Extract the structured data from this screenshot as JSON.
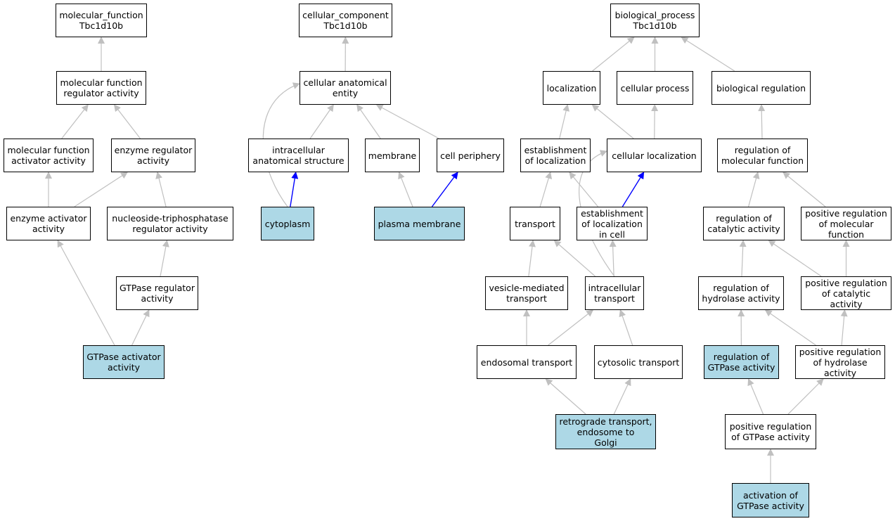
{
  "colors": {
    "highlight_fill": "#add8e6",
    "node_fill": "#ffffff",
    "node_border": "#000000",
    "edge_gray": "#c0c0c0",
    "edge_blue": "#0000ff"
  },
  "nodes": {
    "mf_root": {
      "label": "molecular_function\nTbc1d10b",
      "highlighted": false
    },
    "mf_reg": {
      "label": "molecular function\nregulator activity",
      "highlighted": false
    },
    "mf_act": {
      "label": "molecular function\nactivator activity",
      "highlighted": false
    },
    "enz_reg": {
      "label": "enzyme regulator\nactivity",
      "highlighted": false
    },
    "enz_act": {
      "label": "enzyme activator\nactivity",
      "highlighted": false
    },
    "ntp_reg": {
      "label": "nucleoside-triphosphatase\nregulator activity",
      "highlighted": false
    },
    "gtpase_reg": {
      "label": "GTPase regulator\nactivity",
      "highlighted": false
    },
    "gtpase_act": {
      "label": "GTPase activator\nactivity",
      "highlighted": true
    },
    "cc_root": {
      "label": "cellular_component\nTbc1d10b",
      "highlighted": false
    },
    "cae": {
      "label": "cellular anatomical\nentity",
      "highlighted": false
    },
    "ias": {
      "label": "intracellular\nanatomical structure",
      "highlighted": false
    },
    "membrane": {
      "label": "membrane",
      "highlighted": false
    },
    "cell_periphery": {
      "label": "cell periphery",
      "highlighted": false
    },
    "cytoplasm": {
      "label": "cytoplasm",
      "highlighted": true
    },
    "plasma_membrane": {
      "label": "plasma membrane",
      "highlighted": true
    },
    "bp_root": {
      "label": "biological_process\nTbc1d10b",
      "highlighted": false
    },
    "localization": {
      "label": "localization",
      "highlighted": false
    },
    "cellular_process": {
      "label": "cellular process",
      "highlighted": false
    },
    "bio_reg": {
      "label": "biological regulation",
      "highlighted": false
    },
    "est_loc": {
      "label": "establishment\nof localization",
      "highlighted": false
    },
    "cell_loc": {
      "label": "cellular localization",
      "highlighted": false
    },
    "reg_mf": {
      "label": "regulation of\nmolecular function",
      "highlighted": false
    },
    "transport": {
      "label": "transport",
      "highlighted": false
    },
    "est_loc_cell": {
      "label": "establishment\nof localization\nin cell",
      "highlighted": false
    },
    "reg_cat": {
      "label": "regulation of\ncatalytic activity",
      "highlighted": false
    },
    "pos_reg_mf": {
      "label": "positive regulation\nof molecular\nfunction",
      "highlighted": false
    },
    "vesicle": {
      "label": "vesicle-mediated\ntransport",
      "highlighted": false
    },
    "intra_trans": {
      "label": "intracellular\ntransport",
      "highlighted": false
    },
    "reg_hyd": {
      "label": "regulation of\nhydrolase activity",
      "highlighted": false
    },
    "pos_reg_cat": {
      "label": "positive regulation\nof catalytic\nactivity",
      "highlighted": false
    },
    "endosomal": {
      "label": "endosomal transport",
      "highlighted": false
    },
    "cytosolic": {
      "label": "cytosolic transport",
      "highlighted": false
    },
    "reg_gtpase": {
      "label": "regulation of\nGTPase activity",
      "highlighted": true
    },
    "pos_reg_hyd": {
      "label": "positive regulation\nof hydrolase\nactivity",
      "highlighted": false
    },
    "retrograde": {
      "label": "retrograde transport,\nendosome to\nGolgi",
      "highlighted": true
    },
    "pos_reg_gtpase": {
      "label": "positive regulation\nof GTPase activity",
      "highlighted": false
    },
    "act_gtpase": {
      "label": "activation of\nGTPase activity",
      "highlighted": true
    }
  },
  "edges": [
    {
      "from": "mf_reg",
      "to": "mf_root",
      "color": "gray"
    },
    {
      "from": "mf_act",
      "to": "mf_reg",
      "color": "gray"
    },
    {
      "from": "enz_reg",
      "to": "mf_reg",
      "color": "gray"
    },
    {
      "from": "enz_act",
      "to": "mf_act",
      "color": "gray"
    },
    {
      "from": "enz_act",
      "to": "enz_reg",
      "color": "gray"
    },
    {
      "from": "ntp_reg",
      "to": "enz_reg",
      "color": "gray"
    },
    {
      "from": "gtpase_reg",
      "to": "ntp_reg",
      "color": "gray"
    },
    {
      "from": "gtpase_act",
      "to": "enz_act",
      "color": "gray"
    },
    {
      "from": "gtpase_act",
      "to": "gtpase_reg",
      "color": "gray"
    },
    {
      "from": "cae",
      "to": "cc_root",
      "color": "gray"
    },
    {
      "from": "ias",
      "to": "cae",
      "color": "gray"
    },
    {
      "from": "membrane",
      "to": "cae",
      "color": "gray"
    },
    {
      "from": "cell_periphery",
      "to": "cae",
      "color": "gray"
    },
    {
      "from": "cytoplasm",
      "to": "cae",
      "color": "gray",
      "curved": true
    },
    {
      "from": "cytoplasm",
      "to": "ias",
      "color": "blue"
    },
    {
      "from": "plasma_membrane",
      "to": "membrane",
      "color": "gray"
    },
    {
      "from": "plasma_membrane",
      "to": "cell_periphery",
      "color": "blue"
    },
    {
      "from": "localization",
      "to": "bp_root",
      "color": "gray"
    },
    {
      "from": "cellular_process",
      "to": "bp_root",
      "color": "gray"
    },
    {
      "from": "bio_reg",
      "to": "bp_root",
      "color": "gray"
    },
    {
      "from": "est_loc",
      "to": "localization",
      "color": "gray"
    },
    {
      "from": "cell_loc",
      "to": "localization",
      "color": "gray"
    },
    {
      "from": "cell_loc",
      "to": "cellular_process",
      "color": "gray"
    },
    {
      "from": "reg_mf",
      "to": "bio_reg",
      "color": "gray"
    },
    {
      "from": "transport",
      "to": "est_loc",
      "color": "gray"
    },
    {
      "from": "est_loc_cell",
      "to": "est_loc",
      "color": "gray"
    },
    {
      "from": "est_loc_cell",
      "to": "cell_loc",
      "color": "blue"
    },
    {
      "from": "reg_cat",
      "to": "reg_mf",
      "color": "gray"
    },
    {
      "from": "pos_reg_mf",
      "to": "reg_mf",
      "color": "gray"
    },
    {
      "from": "vesicle",
      "to": "transport",
      "color": "gray"
    },
    {
      "from": "intra_trans",
      "to": "transport",
      "color": "gray"
    },
    {
      "from": "intra_trans",
      "to": "est_loc_cell",
      "color": "gray"
    },
    {
      "from": "intra_trans",
      "to": "cell_loc",
      "color": "gray",
      "curved": true
    },
    {
      "from": "reg_hyd",
      "to": "reg_cat",
      "color": "gray"
    },
    {
      "from": "pos_reg_cat",
      "to": "reg_cat",
      "color": "gray"
    },
    {
      "from": "pos_reg_cat",
      "to": "pos_reg_mf",
      "color": "gray"
    },
    {
      "from": "vesicle",
      "to": "vesicle",
      "color": "none"
    },
    {
      "from": "endosomal",
      "to": "vesicle",
      "color": "gray"
    },
    {
      "from": "endosomal",
      "to": "intra_trans",
      "color": "gray"
    },
    {
      "from": "cytosolic",
      "to": "intra_trans",
      "color": "gray"
    },
    {
      "from": "reg_gtpase",
      "to": "reg_hyd",
      "color": "gray"
    },
    {
      "from": "pos_reg_hyd",
      "to": "reg_hyd",
      "color": "gray"
    },
    {
      "from": "pos_reg_hyd",
      "to": "pos_reg_cat",
      "color": "gray"
    },
    {
      "from": "retrograde",
      "to": "endosomal",
      "color": "gray"
    },
    {
      "from": "retrograde",
      "to": "cytosolic",
      "color": "gray"
    },
    {
      "from": "pos_reg_gtpase",
      "to": "reg_gtpase",
      "color": "gray"
    },
    {
      "from": "pos_reg_gtpase",
      "to": "pos_reg_hyd",
      "color": "gray"
    },
    {
      "from": "act_gtpase",
      "to": "pos_reg_gtpase",
      "color": "gray"
    }
  ]
}
